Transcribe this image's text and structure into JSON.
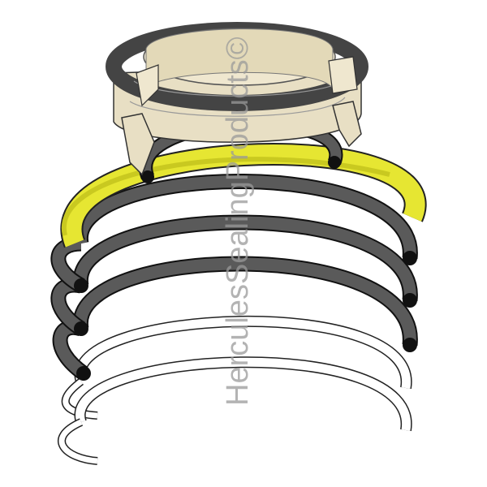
{
  "watermark": "HerculesSealingProducts©",
  "colors": {
    "background": "#ffffff",
    "oring": "#555555",
    "oring_end": "#111111",
    "wear_ring": "#e6e632",
    "piston_seal": "#e8dfc4",
    "backup_ring": "#ffffff",
    "outline": "#222222",
    "watermark": "#9a9a9a"
  },
  "components": [
    {
      "name": "piston-seal",
      "icon": "seal-assembly"
    },
    {
      "name": "wear-ring",
      "icon": "yellow-band"
    },
    {
      "name": "o-rings",
      "count": 4
    },
    {
      "name": "backup-rings",
      "count": 2
    }
  ]
}
